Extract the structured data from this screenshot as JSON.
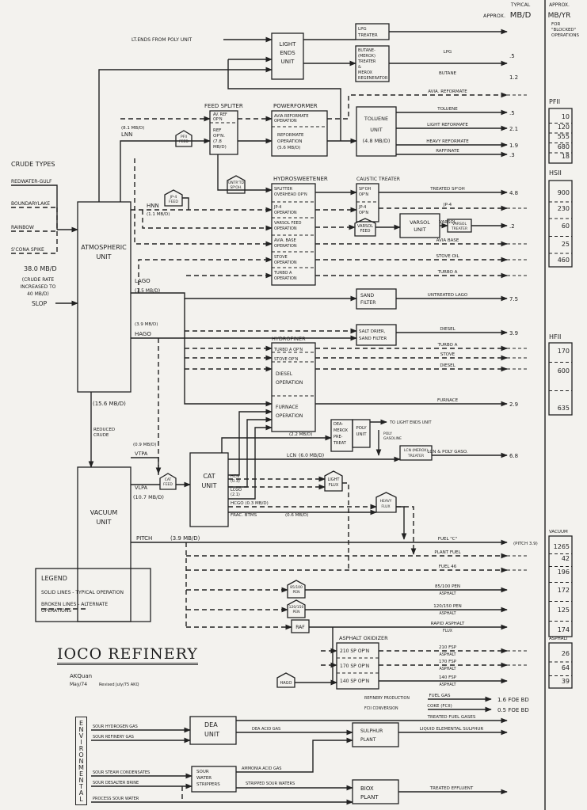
{
  "header": {
    "approx": "APPROX.",
    "typical": "TYPICAL",
    "mbd": "MB/D",
    "approx2": "APPROX.",
    "mbyr": "MB/YR",
    "for_blocked": [
      "FOR",
      "\"BLOCKED\"",
      "OPERATIONS"
    ]
  },
  "title": "IOCO REFINERY",
  "signature": [
    "AKQuan",
    "May/74",
    "Revised July/75 AKQ"
  ],
  "legend": {
    "title": "LEGEND",
    "solid": "SOLID LINES - TYPICAL OPERATION",
    "broken": [
      "BROKEN LINES - ALTERNATE",
      "OPERATIONS"
    ]
  },
  "crude": {
    "title": "CRUDE TYPES",
    "types": [
      "REDWATER-GULF",
      "BOUNDARYLAKE",
      "RAINBOW",
      "S'CONA SPIKE"
    ],
    "rate": "38.0 MB/D",
    "note": [
      "(CRUDE RATE",
      "INCREASED TO",
      "40 MB/D)"
    ],
    "slop": "SLOP"
  },
  "units": {
    "atmospheric": [
      "ATMOSPHERIC",
      "UNIT"
    ],
    "vacuum": [
      "VACUUM",
      "UNIT"
    ],
    "light_ends": [
      "LIGHT",
      "ENDS",
      "UNIT"
    ],
    "lpg_treater": [
      "LPG",
      "TREATER"
    ],
    "butane_treater": [
      "BUTANE-",
      "(MEROX)",
      "TREATER",
      "&",
      "MEROX",
      "REGENERATOR"
    ],
    "feed_splitter": {
      "title": "FEED SPLITER",
      "av_ref": [
        "AV. REF",
        "OP'N"
      ],
      "ref": [
        "REF",
        "OP'N.",
        "(7.8",
        "MB/D)"
      ]
    },
    "powerformer": {
      "title": "POWERFORMER",
      "avia": [
        "AVIA REFORMATE",
        "OPERATION"
      ],
      "ref": [
        "REFORMATE",
        "OPERATION",
        "(5.6 MB/D)"
      ]
    },
    "toluene": [
      "TOLUENE",
      "UNIT",
      "(4.8 MB/D)"
    ],
    "hydrosweetener": {
      "title": "HYDROSWEETENER",
      "ops": [
        [
          "SPLITTER",
          "OVERHEAD OP'N"
        ],
        [
          "JP-4",
          "OPERATION"
        ],
        [
          "VARSOL FEED",
          "OPERATION"
        ],
        [
          "AVIA. BASE",
          "OPERATION"
        ],
        [
          "STOVE",
          "OPERATION"
        ],
        [
          "TURBO A",
          "OPERATION"
        ]
      ]
    },
    "caustic_treater": {
      "title": "CAUSTIC TREATER",
      "ops": [
        [
          "SP'OH",
          "OP'N"
        ],
        [
          "JP-4",
          "OP'N"
        ]
      ]
    },
    "varsol_feed": [
      "VARSOL",
      "FEED"
    ],
    "varsol_unit": [
      "VARSOL",
      "UNIT"
    ],
    "varsol_treater": [
      "VARSOL",
      "TREATER"
    ],
    "sand_filter": [
      "SAND",
      "FILTER"
    ],
    "salt_drier": [
      "SALT DRIER,",
      "SAND FILTER"
    ],
    "hydrofiner": {
      "title": "HYDROFINER",
      "ops": [
        [
          "TURBO A OP'N"
        ],
        [
          "STOVE OP'N"
        ],
        [
          "DIESEL",
          "OPERATION"
        ],
        [
          "FURNACE",
          "OPERATION"
        ]
      ]
    },
    "dea_merox": [
      "DEA-",
      "MEROX",
      "PRE-",
      "TREAT"
    ],
    "poly_unit": [
      "POLY",
      "UNIT"
    ],
    "lcn_treater": [
      "LCN (MEROX)",
      "TREATER"
    ],
    "cat_unit": [
      "CAT",
      "UNIT"
    ],
    "asphalt_oxidizer": {
      "title": "ASPHALT OXIDIZER",
      "ops": [
        "210 SP OP'N",
        "170 SP OP'N",
        "140 SP OP'N"
      ]
    },
    "dea_unit": [
      "DEA",
      "UNIT"
    ],
    "sulphur_plant": [
      "SULPHUR",
      "PLANT"
    ],
    "sour_water_strippers": [
      "SOUR",
      "WATER",
      "STRIPPERS"
    ],
    "biox_plant": [
      "BIOX",
      "PLANT"
    ]
  },
  "feeds": {
    "pfii_feed": [
      "PFII",
      "FEED"
    ],
    "untreated_spoh": [
      "UNTR'TD",
      "SP'OH."
    ],
    "jp4_feed": [
      "JP-4",
      "FEED"
    ],
    "cat_feed": [
      "CAT",
      "FEED"
    ],
    "light_flux": [
      "LIGHT",
      "FLUX"
    ],
    "heavy_flux": [
      "HEAVY",
      "FLUX"
    ],
    "pen_85": [
      "85/100",
      "PEN"
    ],
    "pen_120": [
      "120/150",
      "PEN"
    ],
    "raf": "RAF",
    "hago": "HAGO"
  },
  "streams": {
    "lt_ends": "LT.ENDS  FROM POLY UNIT",
    "lnn_rate": "(8.1 MB/D)",
    "lnn": "LNN",
    "hnn": "HNN",
    "hnn_rate": "(1.1 MB/D)",
    "lago": "LAGO",
    "lago_rate": "(7.5 MB/D)",
    "hago_rate": "(3.9 MB/D)",
    "hago": "HAGO",
    "atm_bottoms_rate": "(15.6 MB/D)",
    "reduced_crude": [
      "REDUCED",
      "CRUDE"
    ],
    "vtpa_rate": "(0.9 MB/D)",
    "vtpa": "VTPA",
    "vlpa": "VLPA",
    "vlpa_rate": "(10.7 MB/D)",
    "pretreat_rate": "(2.2 MB/D)",
    "to_light_ends": "TO LIGHT ENDS UNIT",
    "poly_gasoline": [
      "POLY",
      "GASOLINE"
    ],
    "lcn": "LCN",
    "lcn_rate": "(6.0 MB/D)",
    "hcn": [
      "HCN",
      "(0.3)"
    ],
    "lcgo": [
      "LCGO",
      "(2.1)"
    ],
    "hcgo": "HCGO (0.3 MB/D)",
    "frac_btms": "FRAC. BTMS",
    "frac_rate": "(0.6 MB/D)",
    "pitch": "PITCH",
    "pitch_rate": "(3.9 MB/D)",
    "refinery_production": "REFINERY PRODUCTION",
    "fcii_conversion": "FCII CONVERSION",
    "dea_acid_gas": "DEA ACID GAS",
    "ammonia_acid_gas": "AMMONIA ACID GAS",
    "stripped_sour_waters": "STRIPPED SOUR WATERS"
  },
  "products": [
    {
      "label": "LPG",
      "value": ".5"
    },
    {
      "label": "BUTANE",
      "value": "1.2"
    },
    {
      "label": "AVIA. REFORMATE"
    },
    {
      "label": "TOLUENE",
      "value": ".5"
    },
    {
      "label": "LIGHT REFORMATE",
      "value": "2.1"
    },
    {
      "label": "HEAVY REFORMATE",
      "value": "1.9"
    },
    {
      "label": "RAFFINATE",
      "value": ".3"
    },
    {
      "label": "TREATED SP'OH",
      "value": "4.8"
    },
    {
      "label": "JP-4"
    },
    {
      "label": "VARSOL",
      "value": ".2"
    },
    {
      "label": "AVIA BASE"
    },
    {
      "label": "STOVE OIL"
    },
    {
      "label": "TURBO A"
    },
    {
      "label": "UNTREATED LAGO",
      "value": "7.5"
    },
    {
      "label": "DIESEL",
      "value": "3.9"
    },
    {
      "label": "TURBO A"
    },
    {
      "label": "STOVE"
    },
    {
      "label": "DIESEL"
    },
    {
      "label": "FURNACE",
      "value": "2.9"
    },
    {
      "label": "LCN & POLY GASO.",
      "value": "6.8"
    },
    {
      "label": "FUEL \"C\"",
      "value": "(PITCH 3.9)"
    },
    {
      "label": "PLANT FUEL"
    },
    {
      "label": "FUEL 46"
    },
    {
      "label": "85/100 PEN",
      "sub": "ASPHALT"
    },
    {
      "label": "120/150 PEN",
      "sub": "ASPHALT"
    },
    {
      "label": "RAPID ASPHALT",
      "sub": "FLUX"
    },
    {
      "label": "210 FSP",
      "sub": "ASPHALT"
    },
    {
      "label": "170 FSP",
      "sub": "ASPHALT"
    },
    {
      "label": "140 FSP",
      "sub": "ASPHALT"
    },
    {
      "label": "FUEL GAS",
      "value": "1.6 FOE BD"
    },
    {
      "label": "COKE (FCII)",
      "value": "0.5 FOE BD"
    },
    {
      "label": "TREATED FUEL GASES"
    },
    {
      "label": "LIQUID ELEMENTAL SULPHUR"
    },
    {
      "label": "TREATED EFFLUENT"
    }
  ],
  "environmental": {
    "label": "ENVIRONMENTAL",
    "inputs": [
      "SOUR HYDROGEN GAS",
      "SOUR REFINERY GAS",
      "SOUR STEAM CONDENSATES",
      "SOUR DESALTER BRINE",
      "PROCESS SOUR WATER"
    ]
  },
  "blocked": [
    {
      "label": "PFII",
      "values": [
        "10",
        "120",
        "555",
        "680",
        "18"
      ]
    },
    {
      "label": "HSII",
      "values": [
        "900",
        "230",
        "60",
        "25",
        "460"
      ]
    },
    {
      "label": "HFII",
      "values": [
        "170",
        "600",
        "635"
      ]
    },
    {
      "label": "VACUUM",
      "values": [
        "1265",
        "42",
        "196",
        "172",
        "125",
        "174"
      ]
    },
    {
      "label": "ASPHALT",
      "values": [
        "26",
        "64",
        "39"
      ]
    }
  ]
}
